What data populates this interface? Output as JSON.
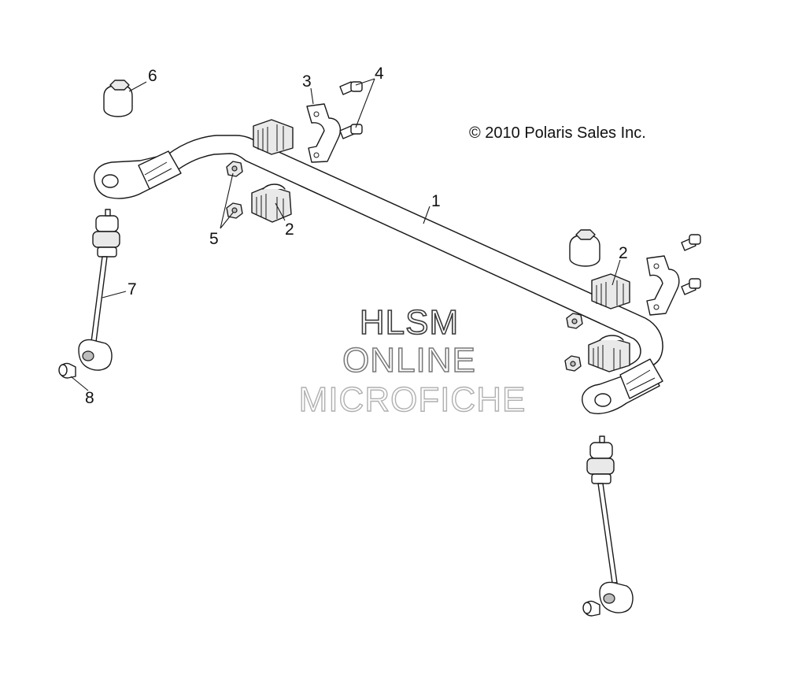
{
  "copyright": "© 2010 Polaris Sales Inc.",
  "watermark": {
    "line1": "HLSM",
    "line2": "ONLINE",
    "line3": "MICROFICHE"
  },
  "callouts": {
    "c1": "1",
    "c2a": "2",
    "c2b": "2",
    "c3": "3",
    "c4": "4",
    "c5": "5",
    "c6": "6",
    "c7": "7",
    "c8": "8"
  },
  "parts": [
    {
      "number": "1",
      "name": "stabilizer-bar"
    },
    {
      "number": "2",
      "name": "bushing"
    },
    {
      "number": "3",
      "name": "bracket"
    },
    {
      "number": "4",
      "name": "bolt"
    },
    {
      "number": "5",
      "name": "nut"
    },
    {
      "number": "6",
      "name": "cap-nut"
    },
    {
      "number": "7",
      "name": "link-rod"
    },
    {
      "number": "8",
      "name": "sleeve"
    }
  ]
}
